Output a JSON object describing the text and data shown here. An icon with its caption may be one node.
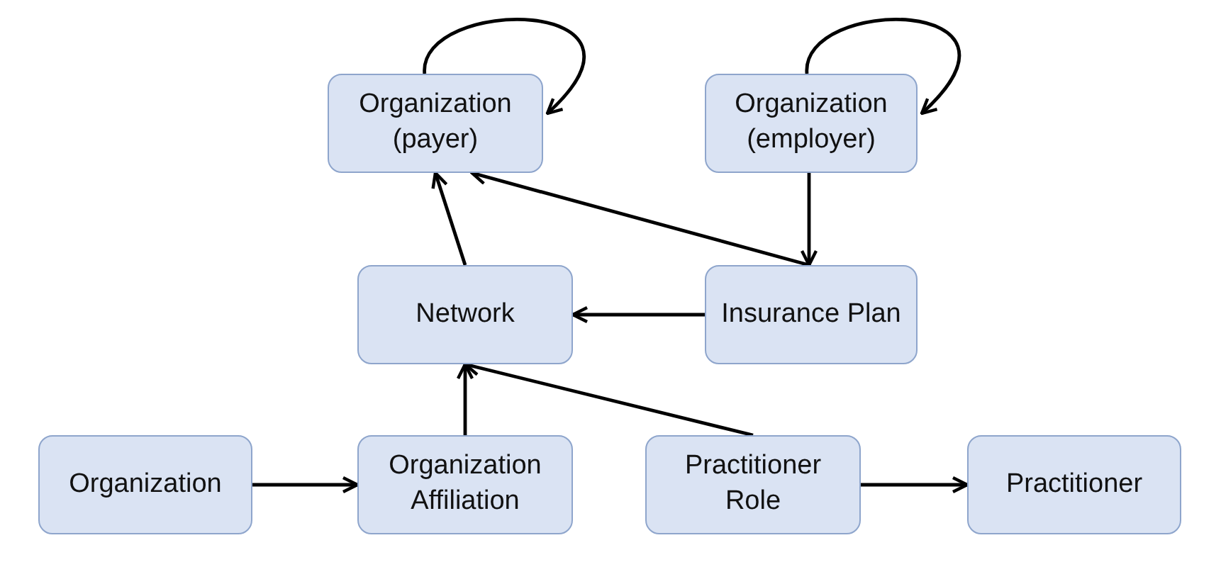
{
  "diagram": {
    "nodes": [
      {
        "text": [
          "Organization (payer)"
        ]
      },
      {
        "text": [
          "Organization (employer)"
        ]
      },
      {
        "text": [
          "Network"
        ]
      },
      {
        "text": [
          "Insurance Plan"
        ]
      },
      {
        "text": [
          "Organization"
        ]
      },
      {
        "text": [
          "Organization Affiliation"
        ]
      },
      {
        "text": [
          "Practitioner Role"
        ]
      },
      {
        "text": [
          "Practitioner"
        ]
      }
    ],
    "edges": [
      {
        "from": 0,
        "to": 0,
        "arrow": "to"
      },
      {
        "from": 1,
        "to": 1,
        "arrow": "to"
      },
      {
        "from": 1,
        "to": 3,
        "arrow": "to"
      },
      {
        "from": 3,
        "to": 0,
        "arrow": "to"
      },
      {
        "from": 2,
        "to": 0,
        "arrow": "to"
      },
      {
        "from": 3,
        "to": 2,
        "arrow": "to"
      },
      {
        "from": 6,
        "to": 2,
        "arrow": "to"
      },
      {
        "from": 5,
        "to": 2,
        "arrow": "to"
      },
      {
        "from": 4,
        "to": 5,
        "arrow": "to"
      },
      {
        "from": 6,
        "to": 7,
        "arrow": "to"
      }
    ]
  }
}
